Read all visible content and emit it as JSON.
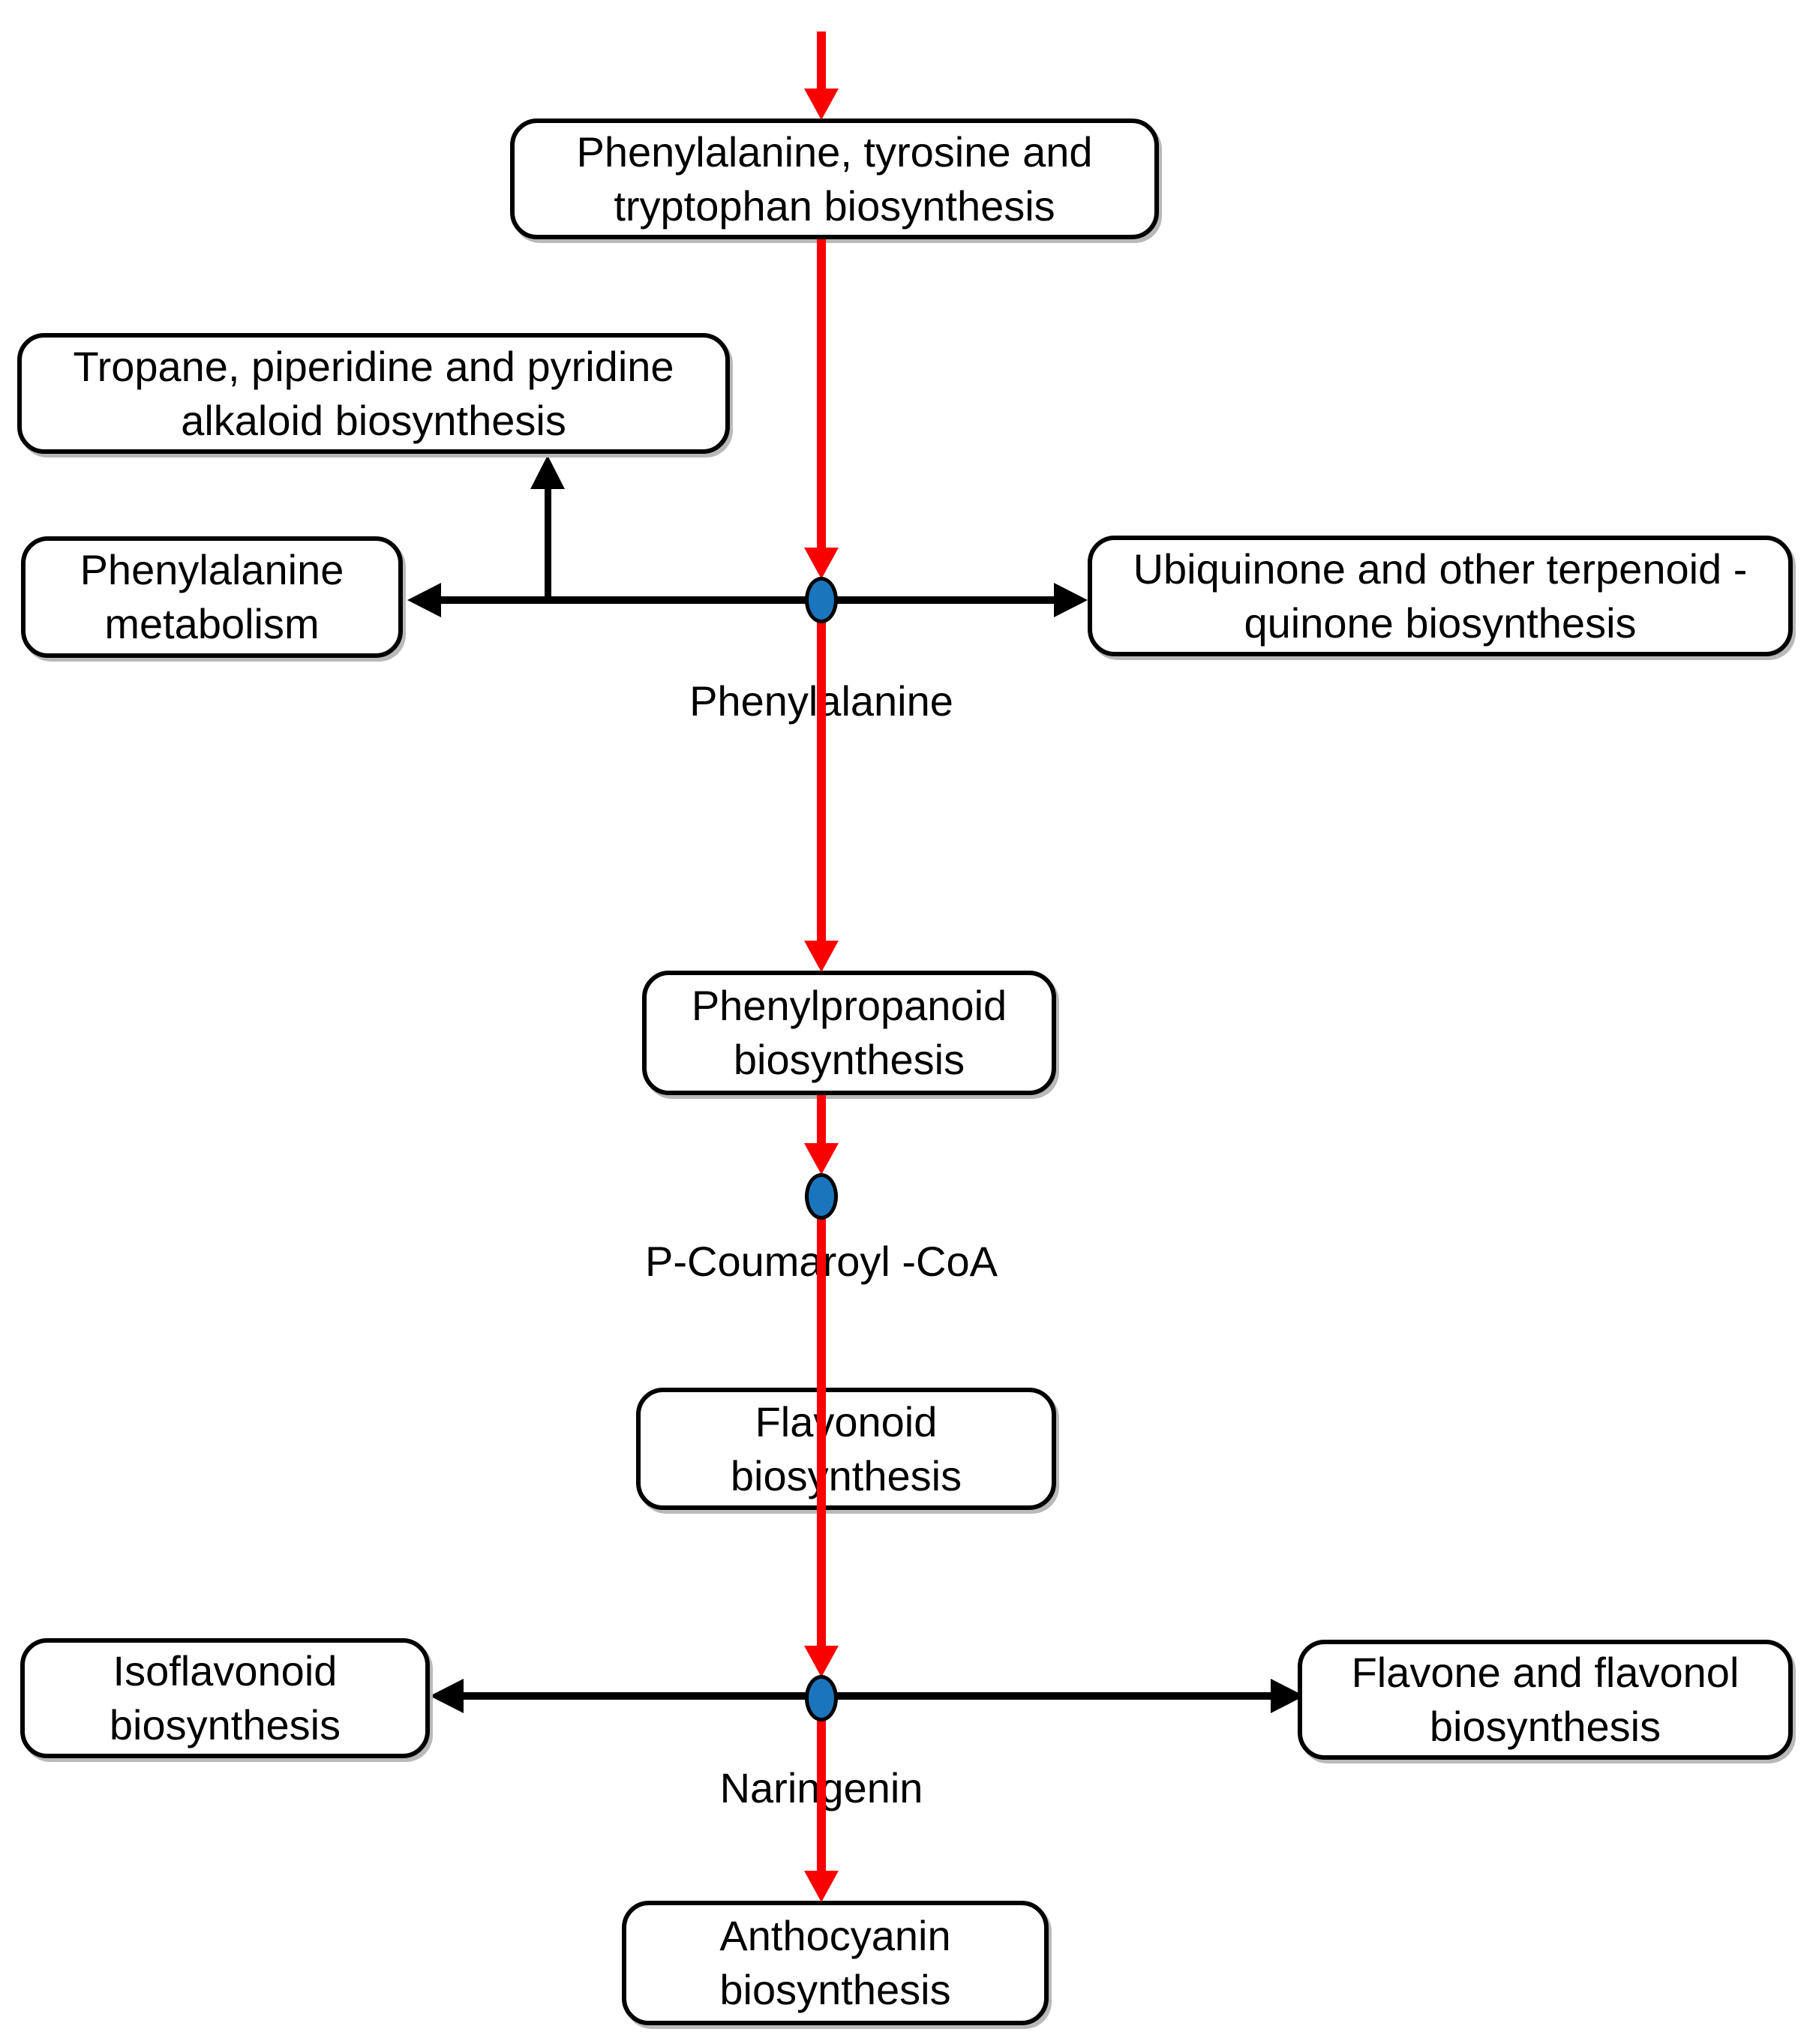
{
  "colors": {
    "background": "#ffffff",
    "flow": "#fa0000",
    "connector": "#000000",
    "node_fill": "#1b75bc",
    "node_border": "#000000",
    "box_border": "#000000",
    "box_fill": "#ffffff",
    "text": "#000000"
  },
  "boxes": {
    "phe_tyr_trp": {
      "label": "Phenylalanine, tyrosine and\ntryptophan biosynthesis"
    },
    "tropane": {
      "label": "Tropane, piperidine and pyridine\nalkaloid biosynthesis"
    },
    "phe_metabolism": {
      "label": "Phenylalanine\nmetabolism"
    },
    "ubiquinone": {
      "label": "Ubiquinone and other terpenoid -\nquinone biosynthesis"
    },
    "phenylpropanoid": {
      "label": "Phenylpropanoid\nbiosynthesis"
    },
    "flavonoid": {
      "label": "Flavonoid\nbiosynthesis"
    },
    "isoflavonoid": {
      "label": "Isoflavonoid\nbiosynthesis"
    },
    "flavone_flavonol": {
      "label": "Flavone and flavonol\nbiosynthesis"
    },
    "anthocyanin": {
      "label": "Anthocyanin\nbiosynthesis"
    }
  },
  "metabolites": {
    "phenylalanine": {
      "label": "Phenylalanine"
    },
    "p_coumaroyl_coa": {
      "label": "P-Coumaroyl -CoA"
    },
    "naringenin": {
      "label": "Naringenin"
    }
  }
}
